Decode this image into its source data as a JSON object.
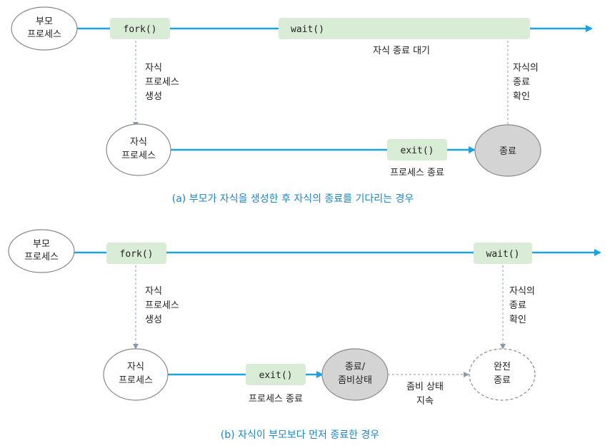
{
  "colors": {
    "arrow_blue": "#1aa3e0",
    "func_box": "#d9ecd6",
    "dotted": "#8a9bb0",
    "end_gray": "#d4d4d4",
    "caption": "#1a86c8"
  },
  "diagram_a": {
    "parent_line1": "부모",
    "parent_line2": "프로세스",
    "fork": "fork()",
    "wait": "wait()",
    "wait_caption": "자식 종료 대기",
    "create_line1": "자식",
    "create_line2": "프로세스",
    "create_line3": "생성",
    "confirm_line1": "자식의",
    "confirm_line2": "종료",
    "confirm_line3": "확인",
    "child_line1": "자식",
    "child_line2": "프로세스",
    "exit": "exit()",
    "exit_caption": "프로세스 종료",
    "end": "종료",
    "caption": "(a) 부모가 자식을 생성한 후 자식의 종료를 기다리는 경우"
  },
  "diagram_b": {
    "parent_line1": "부모",
    "parent_line2": "프로세스",
    "fork": "fork()",
    "wait": "wait()",
    "create_line1": "자식",
    "create_line2": "프로세스",
    "create_line3": "생성",
    "confirm_line1": "자식의",
    "confirm_line2": "종료",
    "confirm_line3": "확인",
    "child_line1": "자식",
    "child_line2": "프로세스",
    "exit": "exit()",
    "exit_caption": "프로세스 종료",
    "zombie_line1": "종료/",
    "zombie_line2": "좀비상태",
    "zombie_keep_line1": "좀비 상태",
    "zombie_keep_line2": "지속",
    "complete_line1": "완전",
    "complete_line2": "종료",
    "caption": "(b) 자식이 부모보다 먼저 종료한 경우"
  }
}
